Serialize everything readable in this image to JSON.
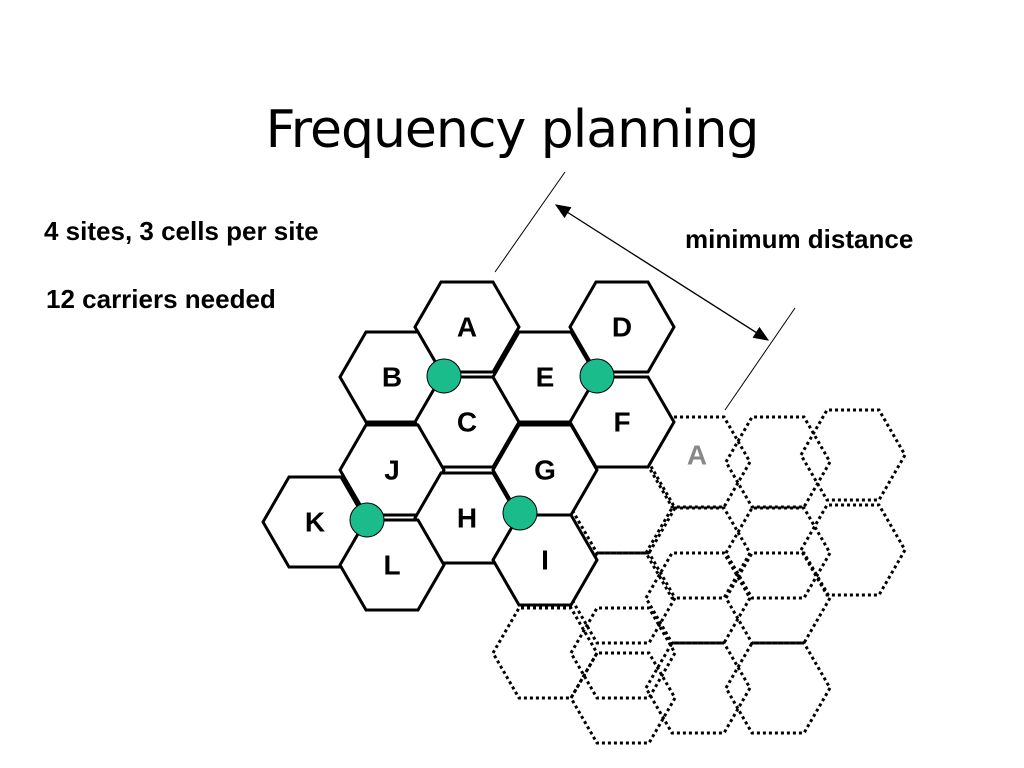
{
  "slide": {
    "title": "Frequency planning",
    "notes": {
      "sites_cells": "4 sites, 3 cells per site",
      "carriers": "12 carriers needed",
      "distance": "minimum distance"
    }
  },
  "cells": [
    {
      "label": "A"
    },
    {
      "label": "B"
    },
    {
      "label": "C"
    },
    {
      "label": "D"
    },
    {
      "label": "E"
    },
    {
      "label": "F"
    },
    {
      "label": "J"
    },
    {
      "label": "G"
    },
    {
      "label": "H"
    },
    {
      "label": "K"
    },
    {
      "label": "L"
    },
    {
      "label": "I"
    }
  ],
  "reuse_cell": {
    "label": "A"
  },
  "colors": {
    "site_marker": "#1abc8c",
    "reuse_label": "#888888",
    "stroke": "#000000"
  }
}
